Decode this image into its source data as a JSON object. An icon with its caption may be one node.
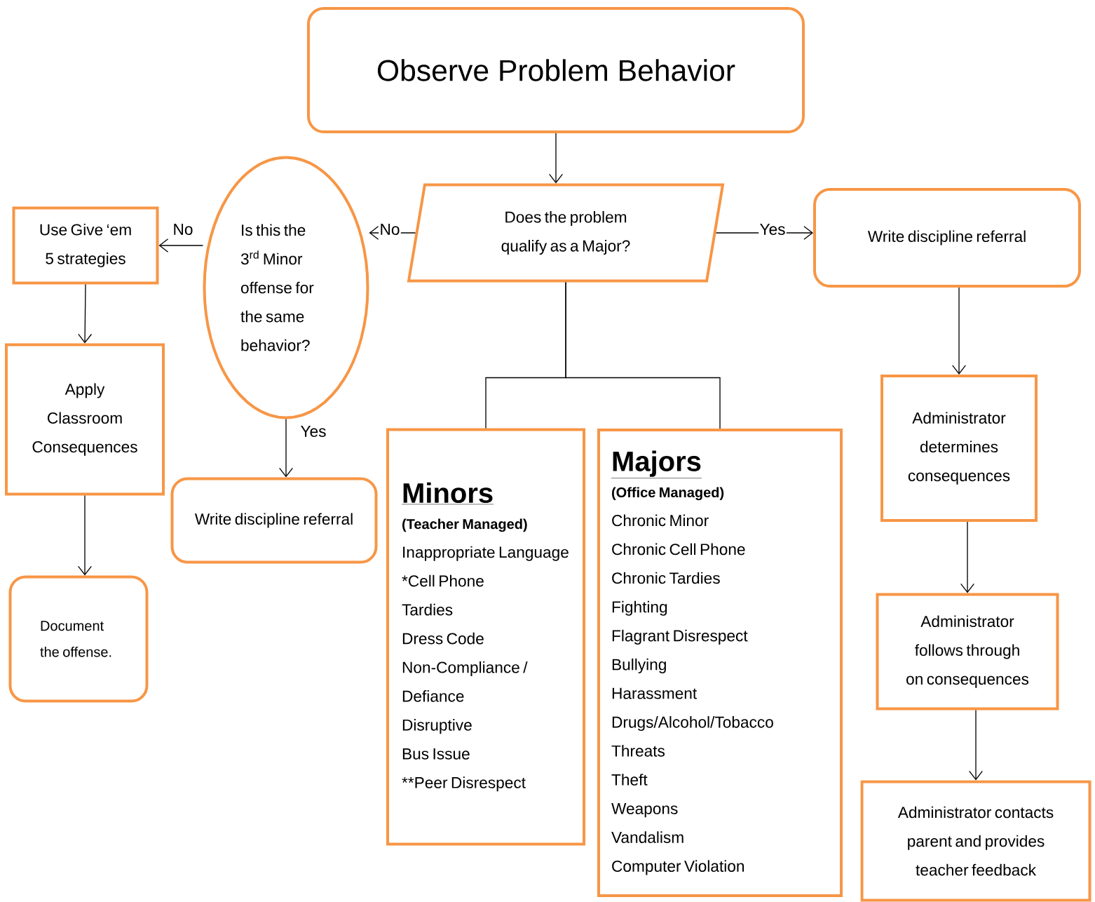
{
  "diagram": {
    "nodes": [
      {
        "text": [
          "Observe Problem Behavior"
        ]
      },
      {
        "text": [
          "Does the problem qualify as a Major?"
        ]
      },
      {
        "text": [
          "Is this the 3$^{rd}$ Minor offense for the same behavior?"
        ]
      },
      {
        "text": [
          "Use Give ‘em 5 strategies"
        ]
      },
      {
        "text": [
          "Write discipline referral"
        ]
      },
      {
        "text": [
          "Apply Classroom Consequences"
        ]
      },
      {
        "text": [
          "Write discipline referral"
        ]
      },
      {
        "text": [
          "Minors",
          "(Teacher Managed)",
          "Inappropriate Language",
          "*Cell Phone",
          "Tardies",
          "Dress Code",
          "Non-Compliance / Defiance",
          "Disruptive",
          "Bus Issue",
          "**Peer Disrespect"
        ]
      },
      {
        "text": [
          "Majors",
          "(Office Managed)",
          "Chronic Minor",
          "Chronic Cell Phone",
          "Chronic Tardies",
          "Fighting",
          "Flagrant Disrespect",
          "Bullying",
          "Harassment",
          "Drugs/Alcohol/Tobacco",
          "Threats",
          "Theft",
          "Weapons",
          "Vandalism",
          "Computer Violation"
        ]
      },
      {
        "text": [
          "Administrator determines consequences"
        ]
      },
      {
        "text": [
          "Document the offense."
        ]
      },
      {
        "text": [
          "Administrator follows through on consequences"
        ]
      },
      {
        "text": [
          "Administrator contacts parent and provides teacher feedback"
        ]
      }
    ],
    "edges": [
      {
        "from": 0,
        "to": 1,
        "arrow": "to"
      },
      {
        "from": 1,
        "to": 2,
        "arrow": "to",
        "label": "No"
      },
      {
        "from": 2,
        "to": 3,
        "arrow": "to",
        "label": "No"
      },
      {
        "from": 1,
        "to": 4,
        "arrow": "to",
        "label": "Yes"
      },
      {
        "from": 3,
        "to": 5,
        "arrow": "to"
      },
      {
        "from": 2,
        "to": 6,
        "arrow": "to",
        "label": "Yes"
      },
      {
        "from": 1,
        "to": 7,
        "arrow": "none"
      },
      {
        "from": 1,
        "to": 8,
        "arrow": "none"
      },
      {
        "from": 4,
        "to": 9,
        "arrow": "to"
      },
      {
        "from": 5,
        "to": 10,
        "arrow": "to"
      },
      {
        "from": 9,
        "to": 11,
        "arrow": "to"
      },
      {
        "from": 11,
        "to": 12,
        "arrow": "to"
      }
    ]
  }
}
